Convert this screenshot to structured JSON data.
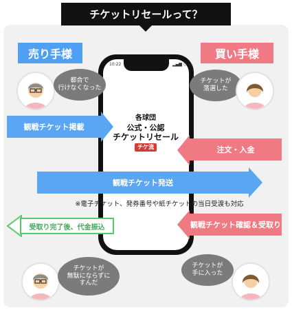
{
  "title": "チケットリセールって？",
  "roles": {
    "seller": "売り手様",
    "buyer": "買い手様"
  },
  "bubbles": {
    "seller_top": "都合で\n行けなくなった",
    "buyer_top": "チケットが\n落選した",
    "seller_bottom": "チケットが\n無駄にならずに\nすんだ",
    "buyer_bottom": "チケットが\n手に入った"
  },
  "phone": {
    "time": "10:22",
    "logo_line1": "各球団",
    "logo_line2": "公式・公認",
    "logo_line3": "チケットリセール",
    "logo_badge": "チケ流"
  },
  "flows": {
    "seller_post": "観戦チケット掲載",
    "buyer_order": "注文・入金",
    "ship": "観戦チケット発送",
    "buyer_receive": "観戦チケット確認＆受取り",
    "seller_paid": "受取り完了後、代金振込"
  },
  "note": "※電子チケット、発券番号や紙チケットの当日受渡も対応",
  "colors": {
    "blue": "#5aa6f2",
    "pink": "#f07a83",
    "green": "#56c96d",
    "dark": "#111111"
  }
}
